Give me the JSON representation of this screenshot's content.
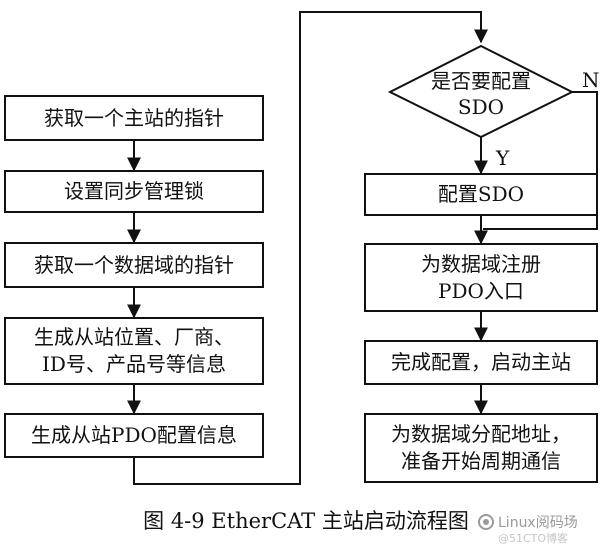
{
  "left_steps": [
    {
      "lines": [
        "获取一个主站的指针"
      ]
    },
    {
      "lines": [
        "设置同步管理锁"
      ]
    },
    {
      "lines": [
        "获取一个数据域的指针"
      ]
    },
    {
      "lines": [
        "生成从站位置、厂商、",
        "ID号、产品号等信息"
      ]
    },
    {
      "lines": [
        "生成从站PDO配置信息"
      ]
    }
  ],
  "decision": {
    "lines": [
      "是否要配置",
      "SDO"
    ],
    "yes_label": "Y",
    "no_label": "N"
  },
  "right_steps": [
    {
      "lines": [
        "配置SDO"
      ]
    },
    {
      "lines": [
        "为数据域注册",
        "PDO入口"
      ]
    },
    {
      "lines": [
        "完成配置，启动主站"
      ]
    },
    {
      "lines": [
        "为数据域分配地址，",
        "准备开始周期通信"
      ]
    }
  ],
  "caption": "图 4-9 EtherCAT 主站启动流程图",
  "watermark": {
    "text": "Linux阅码场",
    "sub_text": "@51CTO博客"
  }
}
